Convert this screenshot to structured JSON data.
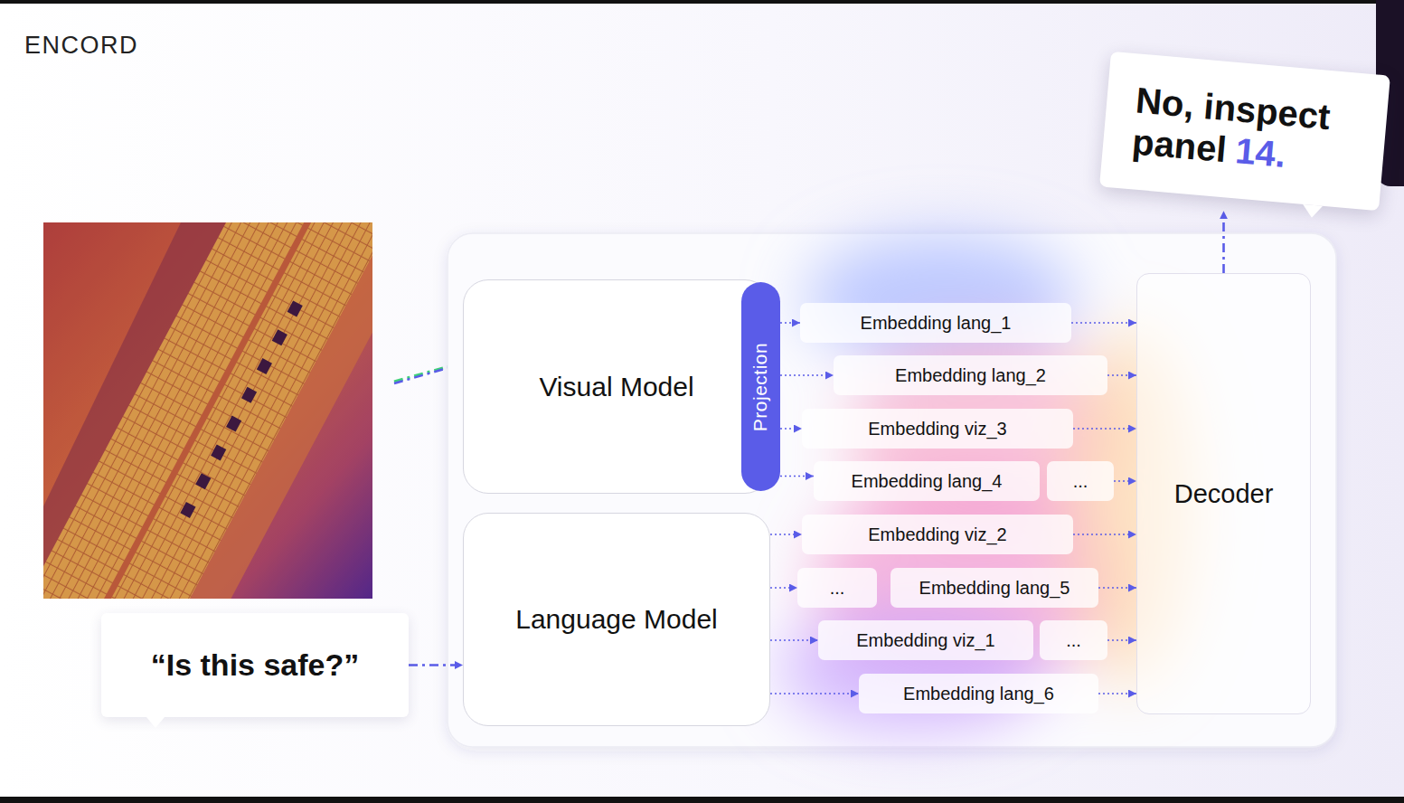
{
  "diagram": {
    "nodes": [
      {
        "text": [
          "Visual Model"
        ]
      },
      {
        "text": [
          "Projection"
        ]
      },
      {
        "text": [
          "Embedding lang_1"
        ]
      },
      {
        "text": [
          "Embedding lang_2"
        ]
      },
      {
        "text": [
          "Embedding viz_3"
        ]
      },
      {
        "text": [
          "Embedding lang_4"
        ]
      },
      {
        "text": [
          "..."
        ]
      },
      {
        "text": [
          "Embedding viz_2"
        ]
      },
      {
        "text": [
          "..."
        ]
      },
      {
        "text": [
          "Embedding lang_5"
        ]
      },
      {
        "text": [
          "Embedding viz_1"
        ]
      },
      {
        "text": [
          "..."
        ]
      },
      {
        "text": [
          "Embedding lang_6"
        ]
      },
      {
        "text": [
          "Language Model"
        ]
      },
      {
        "text": [
          "“Is this safe?”"
        ]
      },
      {
        "text": [
          "Decoder"
        ]
      },
      {
        "text": [
          "No, inspect panel",
          "14."
        ]
      }
    ],
    "edges": [
      {
        "from": 14,
        "to": 13,
        "arrow": "to"
      },
      {
        "from": 1,
        "to": 2,
        "arrow": "to"
      },
      {
        "from": 1,
        "to": 3,
        "arrow": "to"
      },
      {
        "from": 1,
        "to": 4,
        "arrow": "to"
      },
      {
        "from": 1,
        "to": 5,
        "arrow": "to"
      },
      {
        "from": 13,
        "to": 7,
        "arrow": "to"
      },
      {
        "from": 13,
        "to": 8,
        "arrow": "to"
      },
      {
        "from": 13,
        "to": 10,
        "arrow": "to"
      },
      {
        "from": 13,
        "to": 12,
        "arrow": "to"
      },
      {
        "from": 2,
        "to": 15,
        "arrow": "to"
      },
      {
        "from": 3,
        "to": 15,
        "arrow": "to"
      },
      {
        "from": 4,
        "to": 15,
        "arrow": "to"
      },
      {
        "from": 6,
        "to": 15,
        "arrow": "to"
      },
      {
        "from": 7,
        "to": 15,
        "arrow": "to"
      },
      {
        "from": 9,
        "to": 15,
        "arrow": "to"
      },
      {
        "from": 11,
        "to": 15,
        "arrow": "to"
      },
      {
        "from": 12,
        "to": 15,
        "arrow": "to"
      },
      {
        "from": 15,
        "to": 16,
        "arrow": "to"
      }
    ],
    "labels": [
      "ENCORD"
    ]
  }
}
